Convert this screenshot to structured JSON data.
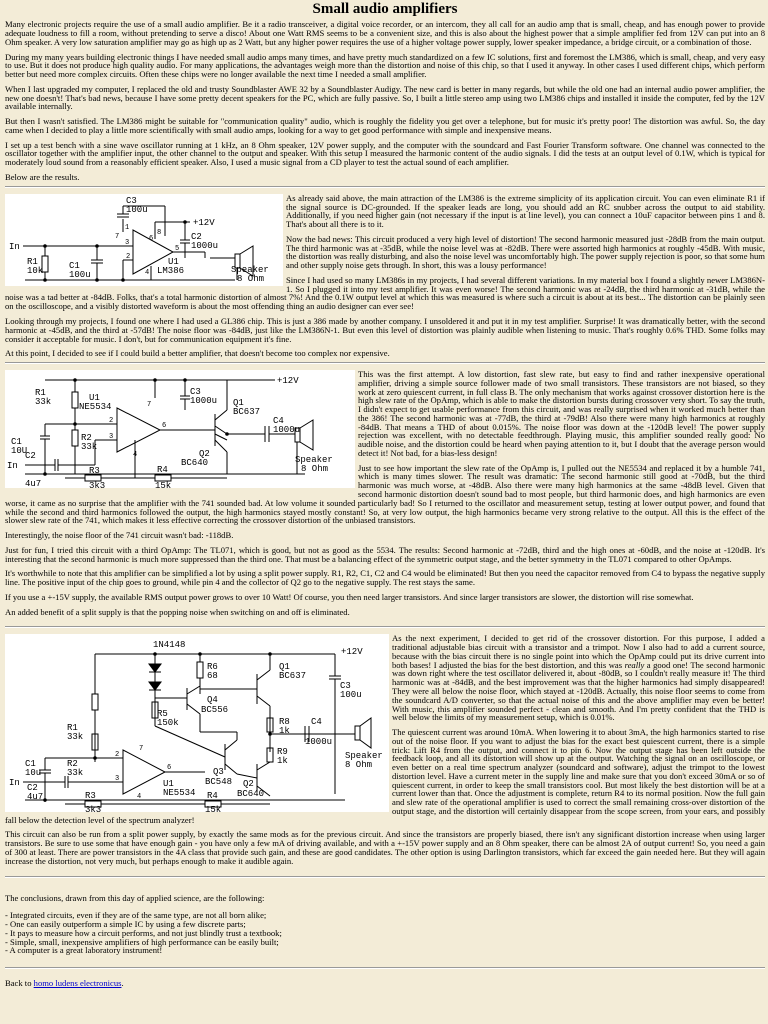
{
  "title": "Small audio amplifiers",
  "intro": [
    "Many electronic projects require the use of a small audio amplifier. Be it a radio transceiver, a digital voice recorder, or an intercom, they all call for an audio amp that is small, cheap, and has enough power to provide adequate loudness to fill a room, without pretending to serve a disco! About one Watt RMS seems to be a convenient size, and this is also about the highest power that a simple amplifier fed from 12V can put into an 8 Ohm speaker. A very low saturation amplifier may go as high up as 2 Watt, but any higher power requires the use of a higher voltage power supply, lower speaker impedance, a bridge circuit, or a combination of those.",
    "During my many years building electronic things I have needed small audio amps many times, and have pretty much standardized on a few IC solutions, first and foremost the LM386, which is small, cheap, and very easy to use. But it does not produce high quality audio.  For many applications, the advantages weigh more than the distortion and noise of this chip, so that I used it anyway. In other cases I used different chips, which perform better but need more complex circuits. Often these chips were no longer available the next time I needed a small amplifier.",
    "When I last upgraded my computer, I replaced the old and trusty Soundblaster AWE 32 by a Soundblaster Audigy. The new card is better in many regards, but while the old one had an internal audio power amplifier, the new one doesn't! That's bad news, because I have some pretty decent speakers for the PC, which are fully passive. So, I built a little stereo amp using two LM386 chips and installed it inside the computer, fed by the 12V available internally.",
    "But then I wasn't satisfied. The LM386 might be suitable for \"communication quality\" audio, which is roughly the fidelity you get over a telephone, but for music it's pretty poor! The distortion was awful. So, the day came when I decided to play a little more scientifically with small audio amps, looking for a way to get good performance with simple and inexpensive means.",
    "I set up a test bench with a sine wave oscillator running at 1 kHz, an 8 Ohm speaker, 12V power supply, and the computer with the soundcard and Fast Fourier Transform software. One channel was connected to the oscillator together with the amplifier input, the other channel to the output and speaker. With this setup I measured the harmonic content of the audio signals. I did the tests at an output level of 0.1W, which is typical for moderately loud sound from a reasonably efficient speaker. Also, I used a music signal from a CD player to test the actual sound of each amplifier.",
    "Below are the results."
  ],
  "sec1": [
    "As already said above, the main attraction of the LM386 is the extreme simplicity of its application circuit. You can even eliminate R1 if the signal source is DC-grounded. If the speaker leads are long, you should add an RC snubber across the output to aid stability. Additionally, if you need higher gain (not necessary if the input is at line level), you can connect a 10uF capacitor between pins 1 and 8. That's about all there is to it.",
    "Now the bad news: This circuit produced a very high level of distortion! The second harmonic measured just -28dB from the main output. The third harmonic was at -35dB, while the noise level was at -82dB. There were assorted high harmonics at roughly -45dB. With music, the distortion was really disturbing, and also the noise level was uncomfortably high. The power supply rejection is poor, so that some hum and other supply noise gets through. In short, this was a lousy performance!",
    "Since I had used so many LM386s in my projects, I had several different variations. In my material box I found a slightly newer LM386N-1. So I plugged it into my test amplifier. It was even worse! The second harmonic was at -24dB, the third harmonic at -31dB, while the noise was a tad better at -84dB. Folks, that's a total harmonic distortion of almost 7%! And the 0.1W output level at which this was measured is where such a circuit is about at its best... The distortion can be plainly seen on the oscilloscope, and a visibly distorted waveform is about the most offending thing an audio designer can ever see!",
    "Looking through my projects, I found one where I had used a GL386 chip. This is just a 386 made by another company. I unsoldered it and put it in my test amplifier. Surprise! It was dramatically better, with the second harmonic at -45dB, and the third at -57dB! The noise floor was -84dB, just like the LM386N-1. But even this level of distortion was plainly audible when listening to music. That's roughly 0.6% THD. Some folks may consider it acceptable for music. I don't, but for communication equipment it's fine.",
    "At this point, I decided to see if I could build a better amplifier, that doesn't become too complex nor expensive."
  ],
  "sec2": [
    "This was the first attempt. A low distortion, fast slew rate, but easy to find and rather inexpensive operational amplifier, driving a simple source follower made of two small transistors. These transistors are not biased, so they work at zero quiescent current, in full class B. The only mechanism that works against crossover distortion here is the high slew rate of the OpAmp, which is able to make the distortion bursts during crossover very short. To say the truth, I didn't expect to get usable performance from this circuit, and was really surprised when it worked much better than the 386! The second harmonic was at -77dB, the third at -79dB! Also there were many high harmonics at roughly -84dB. That means a THD of about 0.015%. The noise floor was down at the -120dB level! The power supply rejection was excellent, with no detectable feedthrough. Playing music, this amplifier sounded really good: No audible noise, and the distortion could be heard when paying attention to it, but I doubt that the average person would detect it! Not bad, for a bias-less design!",
    "Just to see how important the slew rate of the OpAmp is, I pulled out the NE5534 and replaced it by a humble 741, which is many times slower. The result was dramatic: The second harmonic still good at -70dB, but the third harmonic was much worse, at -48dB. Also there were many high harmonics at the same -48dB level. Given that second harmonic distortion doesn't sound bad to most people, but third harmonic does, and high harmonics are even worse, it came as no surprise that the amplifier with the 741 sounded bad. At low volume it sounded particularly bad! So I returned to the oscillator and measurement setup, testing at lower output power, and found that while the second and third harmonics followed the output, the high harmonics stayed mostly constant! So, at very low output, the high harmonics became very strong relative to the output. All this is the effect of the slower slew rate of the 741, which makes it less effective correcting the crossover distortion of the unbiased transistors.",
    "Interestingly, the noise floor of the 741 circuit wasn't bad: -118dB.",
    "Just for fun, I tried this circuit with a third OpAmp: The TL071, which is good, but not as good as the 5534. The results: Second harmonic at -72dB, third and the high ones at -60dB, and the noise at -120dB. It's interesting that the second harmonic is much more suppressed than the third one. That must be a balancing effect of the symmetric output stage, and the better symmetry in the TL071 compared to other OpAmps.",
    "It's worthwhile to note that this amplifier can be simplified a lot by using a split power supply. R1, R2, C1, C2 and C4 would be eliminated! But then you need the capacitor removed from C4 to bypass the negative supply line. The positive input of the chip goes to ground, while pin 4 and the collector of Q2 go to the negative supply. The rest stays the same.",
    "If you use a +-15V supply, the available RMS output power grows to over 10 Watt! Of course, you then need larger transistors. And since larger transistors are slower, the distortion will rise somewhat.",
    "An added benefit of a split supply is that the popping noise when switching on and off is eliminated."
  ],
  "sec3": [
    {
      "pre": "As the next experiment, I decided to get rid of the crossover distortion. For this purpose, I added a traditional adjustable bias circuit with a transistor and a trimpot. Now I also had to add a current source, because with the bias circuit there is no single point into which the OpAmp could put its drive current into both bases! I adjusted the bias for the best distortion, and this was ",
      "em": "really",
      "post": " a good one! The second harmonic was down right where the test oscillator delivered it, about -80dB, so I couldn't really measure it! The third harmonic was at -84dB, and the best improvement was that the higher harmonics had simply disappeared! They were all below the noise floor, which stayed at -120dB. Actually, this noise floor seems to come from the soundcard A/D converter, so that the actual noise of this and the above amplifier may even be better! With music, this amplifier sounded perfect - clean and smooth. And I'm pretty confident that the THD is well below the limits of my measurement setup, which is 0.01%."
    },
    {
      "pre": "The quiescent current was around 10mA. When lowering it to about 3mA, the high harmonics started to rise out of the noise floor. If you want to adjust the bias for the exact best quiescent current, there is a simple trick: Lift R4 from the output, and connect it to pin 6. Now the output stage has been left outside the feedback loop, and all its distortion will show up at the output. Watching the signal on an oscilloscope, or even better on a real time spectrum analyzer (soundcard and software), adjust the trimpot to the lowest distortion level. Have a current meter in the supply line and make sure that you don't exceed 30mA or so of quiescent current, in order to keep the small transistors cool. But most likely the best distortion will be at a current lower than that. Once the adjustment is complete, return R4 to its normal position. Now the full gain and slew rate of the operational amplifier is used to correct the small remaining cross-over distortion of the output stage, and the distortion will certainly disappear from the scope screen, from your ears, and possibly fall below the detection level of the spectrum analyzer!",
      "em": "",
      "post": ""
    }
  ],
  "sec3_after": "This circuit can also be run from a split power supply, by exactly the same mods as for the previous circuit. And since the transistors are properly biased, there isn't any significant distortion increase when using larger transistors. Be sure to use some that have enough gain - you have only a few mA of driving available, and with a +-15V power supply and an 8 Ohm speaker, there can be almost 2A of output current! So, you need a gain of 300 at least. There are power transistors in the 4A class that provide such gain, and these are good candidates. The other option is using Darlington transistors, which far exceed the gain needed here. But they will again increase the distortion, not very much, but perhaps enough to make it audible again.",
  "conclusion_intro": "The conclusions, drawn from this day of applied science, are the following:",
  "conclusions": [
    "- Integrated circuits, even if they are of the same type, are not all born alike;",
    "- One can easily outperform a simple IC by using a few discrete parts;",
    "- It pays to measure how a circuit performs, and not just blindly trust a textbook;",
    "- Simple, small, inexpensive amplifiers of high performance can be easily built;",
    "- A computer is a great laboratory instrument!"
  ],
  "footer": {
    "prefix": "Back to ",
    "link": "homo ludens electronicus",
    "suffix": "."
  },
  "fig1": {
    "labels": {
      "c3": "C3",
      "c3v": "100u",
      "v12": "+12V",
      "c2": "C2",
      "c2v": "1000u",
      "in": "In",
      "r1": "R1",
      "r1v": "10k",
      "c1": "C1",
      "c1v": "100u",
      "u1": "U1",
      "u1v": "LM386",
      "spk": "Speaker",
      "spkv": "8 Ohm",
      "p1": "1",
      "p8": "8",
      "p3": "3",
      "p2": "2",
      "p5": "5",
      "p6": "6",
      "p4": "4",
      "p7": "7"
    }
  },
  "fig2": {
    "labels": {
      "v12": "+12V",
      "r1": "R1",
      "r1v": "33k",
      "u1": "U1",
      "u1v": "NE5534",
      "c3": "C3",
      "c3v": "1000u",
      "q1": "Q1",
      "q1v": "BC637",
      "c4": "C4",
      "c4v": "1000u",
      "c1": "C1",
      "c1v": "10U",
      "r2": "R2",
      "r2v": "33k",
      "q2": "Q2",
      "q2v": "BC640",
      "in": "In",
      "c2": "C2",
      "c2v": "4u7",
      "r3": "R3",
      "r3v": "3k3",
      "r4": "R4",
      "r4v": "15k",
      "spk": "Speaker",
      "spkv": "8 Ohm",
      "p2": "2",
      "p3": "3",
      "p6": "6",
      "p4": "4",
      "p7": "7"
    }
  },
  "fig3": {
    "labels": {
      "d": "1N4148",
      "v12": "+12V",
      "r6": "R6",
      "r6v": "68",
      "q1": "Q1",
      "q1v": "BC637",
      "c3": "C3",
      "c3v": "100u",
      "q4": "Q4",
      "q4v": "BC556",
      "r5": "R5",
      "r5v": "150k",
      "r8": "R8",
      "r8v": "1k",
      "c4": "C4",
      "c4v": "1000u",
      "r1": "R1",
      "r1v": "33k",
      "r9": "R9",
      "r9v": "1k",
      "q3": "Q3",
      "q3v": "BC548",
      "c1": "C1",
      "c1v": "10u",
      "r2": "R2",
      "r2v": "33k",
      "u1": "U1",
      "u1v": "NE5534",
      "q2": "Q2",
      "q2v": "BC640",
      "in": "In",
      "c2": "C2",
      "c2v": "4u7",
      "r3": "R3",
      "r3v": "3k3",
      "r4": "R4",
      "r4v": "15k",
      "spk": "Speaker",
      "spkv": "8 Ohm",
      "p2": "2",
      "p3": "3",
      "p6": "6",
      "p4": "4",
      "p7": "7"
    }
  }
}
